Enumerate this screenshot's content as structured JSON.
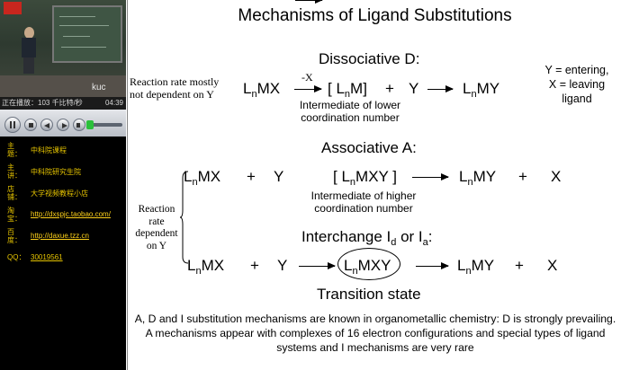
{
  "player": {
    "video_watermark": "kuc",
    "status_text": "正在播放：103 千比特/秒",
    "time": "04:39",
    "seek_fraction": 0.0,
    "info": [
      {
        "label": "主题：",
        "value": "中科院课程",
        "link": false
      },
      {
        "label": "主讲：",
        "value": "中科院研究生院",
        "link": false
      },
      {
        "label": "店铺：",
        "value": "大学视频教程小店",
        "link": false
      },
      {
        "label": "淘宝：",
        "value": "http://dxspjc.taobao.com/",
        "link": true
      },
      {
        "label": "百度：",
        "value": "http://daxue.tzz.cn",
        "link": true
      }
    ],
    "qq_label": "QQ：",
    "qq_value": "30019561"
  },
  "slide": {
    "title": "Mechanisms of Ligand Substitutions",
    "dissociative": {
      "heading": "Dissociative D:",
      "side_note": [
        "Reaction rate mostly",
        "not dependent on Y"
      ],
      "reactant": "MX",
      "arrow_label": "-X",
      "intermediate": "M]",
      "intermediate_open": "[ L",
      "plus": "+",
      "entering": "Y",
      "product": "MY",
      "intermediate_note": [
        "Intermediate of lower",
        "coordination number"
      ],
      "legend": [
        "Y = entering,",
        "X = leaving",
        "ligand"
      ]
    },
    "associative": {
      "heading": "Associative A:",
      "reactant": "MX",
      "plus": "+",
      "entering": "Y",
      "intermediate_open": "[ L",
      "intermediate_close": "MXY ]",
      "product": "MY",
      "leaving": "X",
      "intermediate_note": [
        "Intermediate of higher",
        "coordination number"
      ],
      "side_note": [
        "Reaction",
        "rate",
        "dependent",
        "on Y"
      ]
    },
    "interchange": {
      "heading_main": "Interchange I",
      "sub_d": "d",
      "heading_or": " or I",
      "sub_a": "a",
      "colon": ":",
      "reactant": "MX",
      "plus": "+",
      "entering": "Y",
      "ts": "MXY",
      "product": "MY",
      "leaving": "X",
      "ts_label": "Transition state"
    },
    "L": "L",
    "n": "n",
    "bottom_text": "A, D and I substitution mechanisms are known in organometallic chemistry: D is strongly prevailing. A mechanisms appear with complexes of 16 electron configurations and special types of ligand systems and I mechanisms are very rare"
  }
}
